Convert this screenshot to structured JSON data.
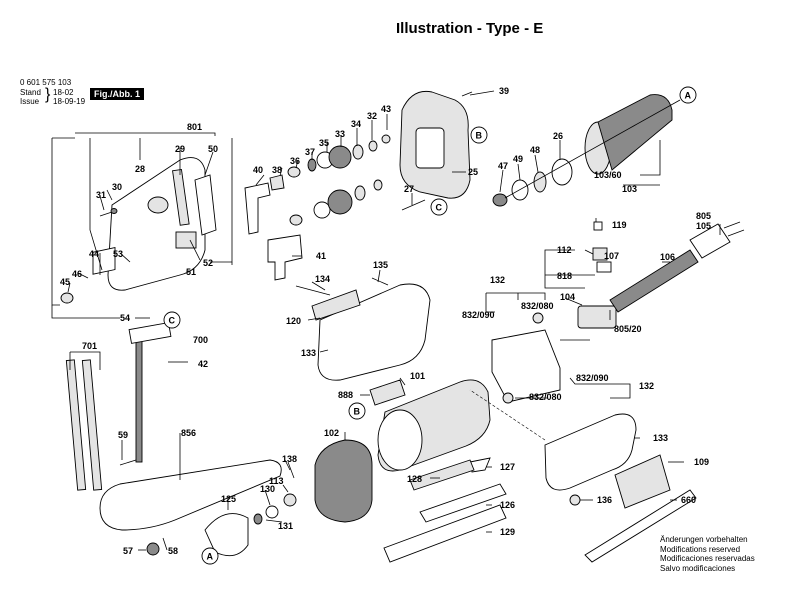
{
  "title": "Illustration - Type - E",
  "header": {
    "part_no": "0 601 575 103",
    "stand_label": "Stand",
    "stand_value": "18-02",
    "issue_label": "Issue",
    "issue_value": "18-09-19",
    "fig_label": "Fig./Abb. 1"
  },
  "footer": {
    "lines": [
      "Änderungen vorbehalten",
      "Modifications reserved",
      "Modificaciones reservadas",
      "Salvo modificaciones"
    ]
  },
  "callouts": {
    "A": "A",
    "B": "B",
    "C": "C"
  },
  "labels": {
    "l39": "39",
    "l43": "43",
    "l32": "32",
    "l34": "34",
    "l33": "33",
    "l35": "35",
    "l37": "37",
    "l36": "36",
    "l38": "38",
    "l40": "40",
    "l25": "25",
    "l27": "27",
    "l26": "26",
    "l48": "48",
    "l49": "49",
    "l47": "47",
    "l103_60": "103/60",
    "l103": "103",
    "l801": "801",
    "l28": "28",
    "l29": "29",
    "l50": "50",
    "l30": "30",
    "l31": "31",
    "l53": "53",
    "l44": "44",
    "l46": "46",
    "l45": "45",
    "l51": "51",
    "l52": "52",
    "l41": "41",
    "l54": "54",
    "l119": "119",
    "l112": "112",
    "l107": "107",
    "l818": "818",
    "l104": "104",
    "l805": "805",
    "l105": "105",
    "l106": "106",
    "l805_20": "805/20",
    "l135": "135",
    "l134": "134",
    "l120": "120",
    "l133a": "133",
    "l132a": "132",
    "l832_090a": "832/090",
    "l832_080a": "832/080",
    "l700": "700",
    "l42": "42",
    "l701": "701",
    "l888": "888",
    "l101": "101",
    "l832_090b": "832/090",
    "l132b": "132",
    "l832_080b": "832/080",
    "l59": "59",
    "l856": "856",
    "l102": "102",
    "l133b": "133",
    "l109": "109",
    "l138": "138",
    "l127": "127",
    "l128": "128",
    "l113": "113",
    "l130": "130",
    "l125": "125",
    "l131": "131",
    "l126": "126",
    "l136": "136",
    "l660": "660",
    "l57": "57",
    "l58": "58",
    "l129": "129"
  }
}
